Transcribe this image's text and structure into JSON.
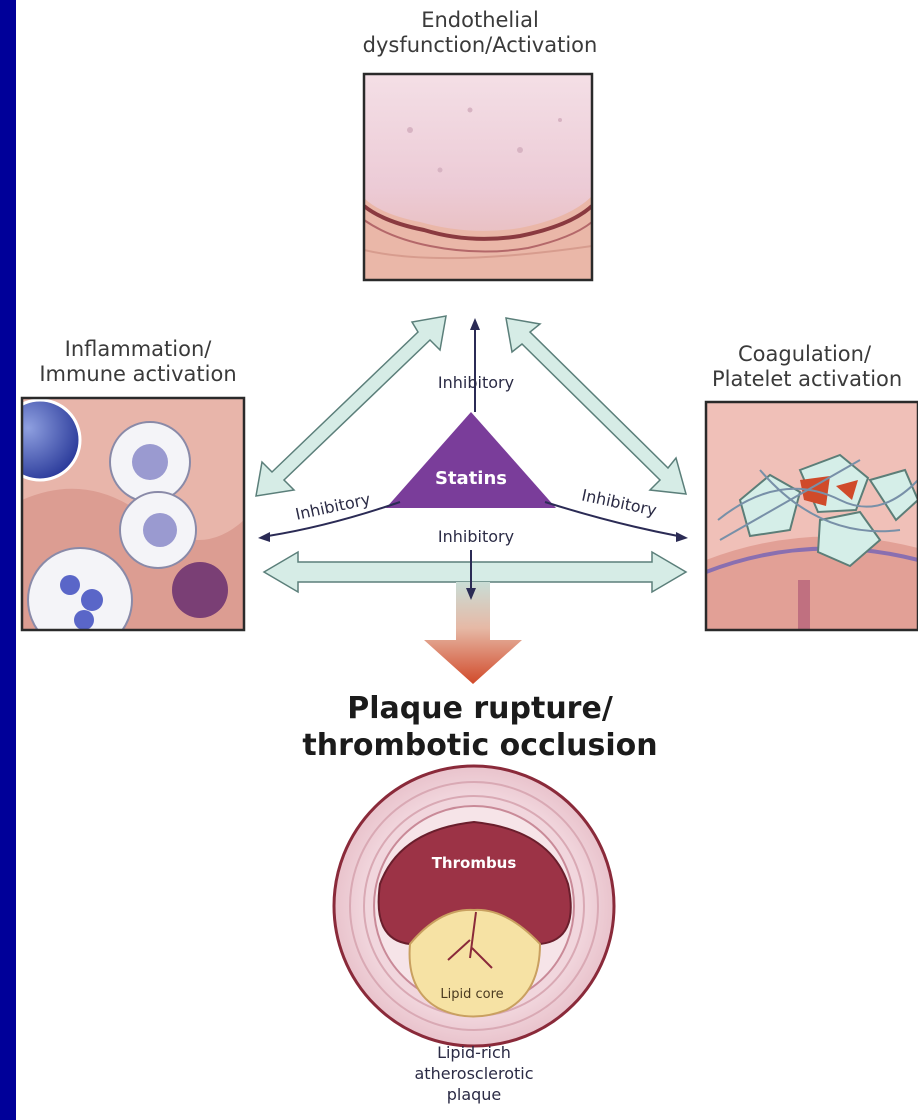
{
  "nodes": {
    "endothelial": {
      "line1": "Endothelial",
      "line2": "dysfunction/Activation"
    },
    "inflammation": {
      "line1": "Inflammation/",
      "line2": "Immune activation"
    },
    "coagulation": {
      "line1": "Coagulation/",
      "line2": "Platelet activation"
    }
  },
  "center": {
    "label": "Statins"
  },
  "edges": {
    "to_top": "Inhibitory",
    "to_left": "Inhibitory",
    "to_right": "Inhibitory",
    "to_bottom": "Inhibitory"
  },
  "outcome": {
    "line1": "Plaque rupture/",
    "line2": "thrombotic occlusion"
  },
  "cross_section": {
    "thrombus_label": "Thrombus",
    "lipid_label": "Lipid core",
    "caption": [
      "Lipid-rich",
      "atherosclerotic",
      "plaque"
    ]
  },
  "colors": {
    "background": "#000099",
    "statins_triangle": "#7a3d9a",
    "double_arrows": "#d6ece6",
    "arrow_outline": "#5b7f7a",
    "outcome_arrow_top": "#c9ddd6",
    "outcome_arrow_bottom": "#d14a2a"
  }
}
